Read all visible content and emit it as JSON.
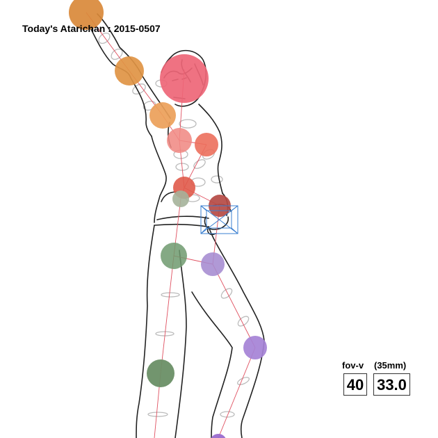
{
  "title": "Today's Atarichan : 2015-0507",
  "camera": {
    "fov_label": "fov-v",
    "lens_label": "(35mm)",
    "fov_value": "40",
    "lens_value": "33.0"
  },
  "colors": {
    "head": "#ee6677",
    "arm_upper": "#d9893a",
    "arm_mid": "#df9444",
    "arm_low": "#eca059",
    "shoulder_l": "#f08a84",
    "shoulder_r": "#ec6f5c",
    "chest": "#e05a4a",
    "spine_low": "#a5b39a",
    "hip_r": "#b54a44",
    "leg_l": "#6e9a6e",
    "leg_r": "#a58bd0",
    "bone": "#e05060",
    "outline": "#222222",
    "sketch": "#bbbbbb",
    "gizmo": "#3a7fd0"
  }
}
